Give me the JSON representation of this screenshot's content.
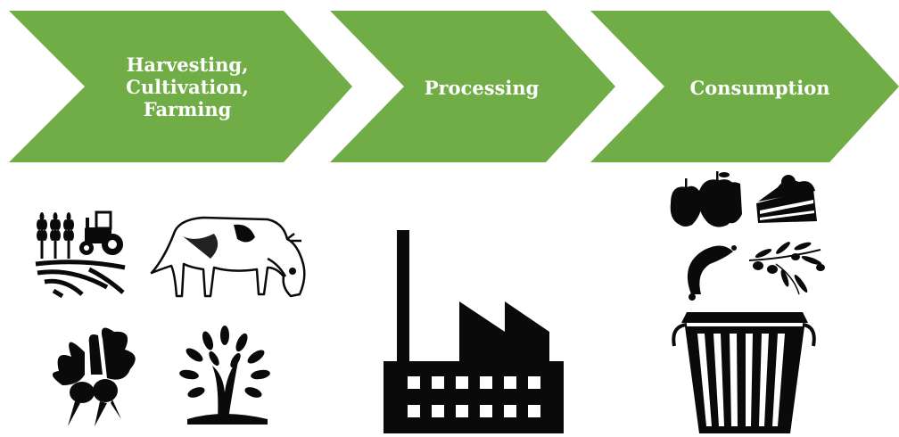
{
  "stages": [
    {
      "label": "Harvesting,\nCultivation,\nFarming",
      "icons": [
        "wheat-tractor-field-icon",
        "cow-icon",
        "beet-icon",
        "tree-icon"
      ]
    },
    {
      "label": "Processing",
      "icons": [
        "factory-icon"
      ]
    },
    {
      "label": "Consumption",
      "icons": [
        "apples-icon",
        "cake-slice-icon",
        "sausage-icon",
        "olive-branch-icon",
        "trash-bin-icon"
      ]
    }
  ],
  "colors": {
    "arrow": "#70ad47",
    "icon": "#0a0a0a",
    "label": "#ffffff"
  }
}
